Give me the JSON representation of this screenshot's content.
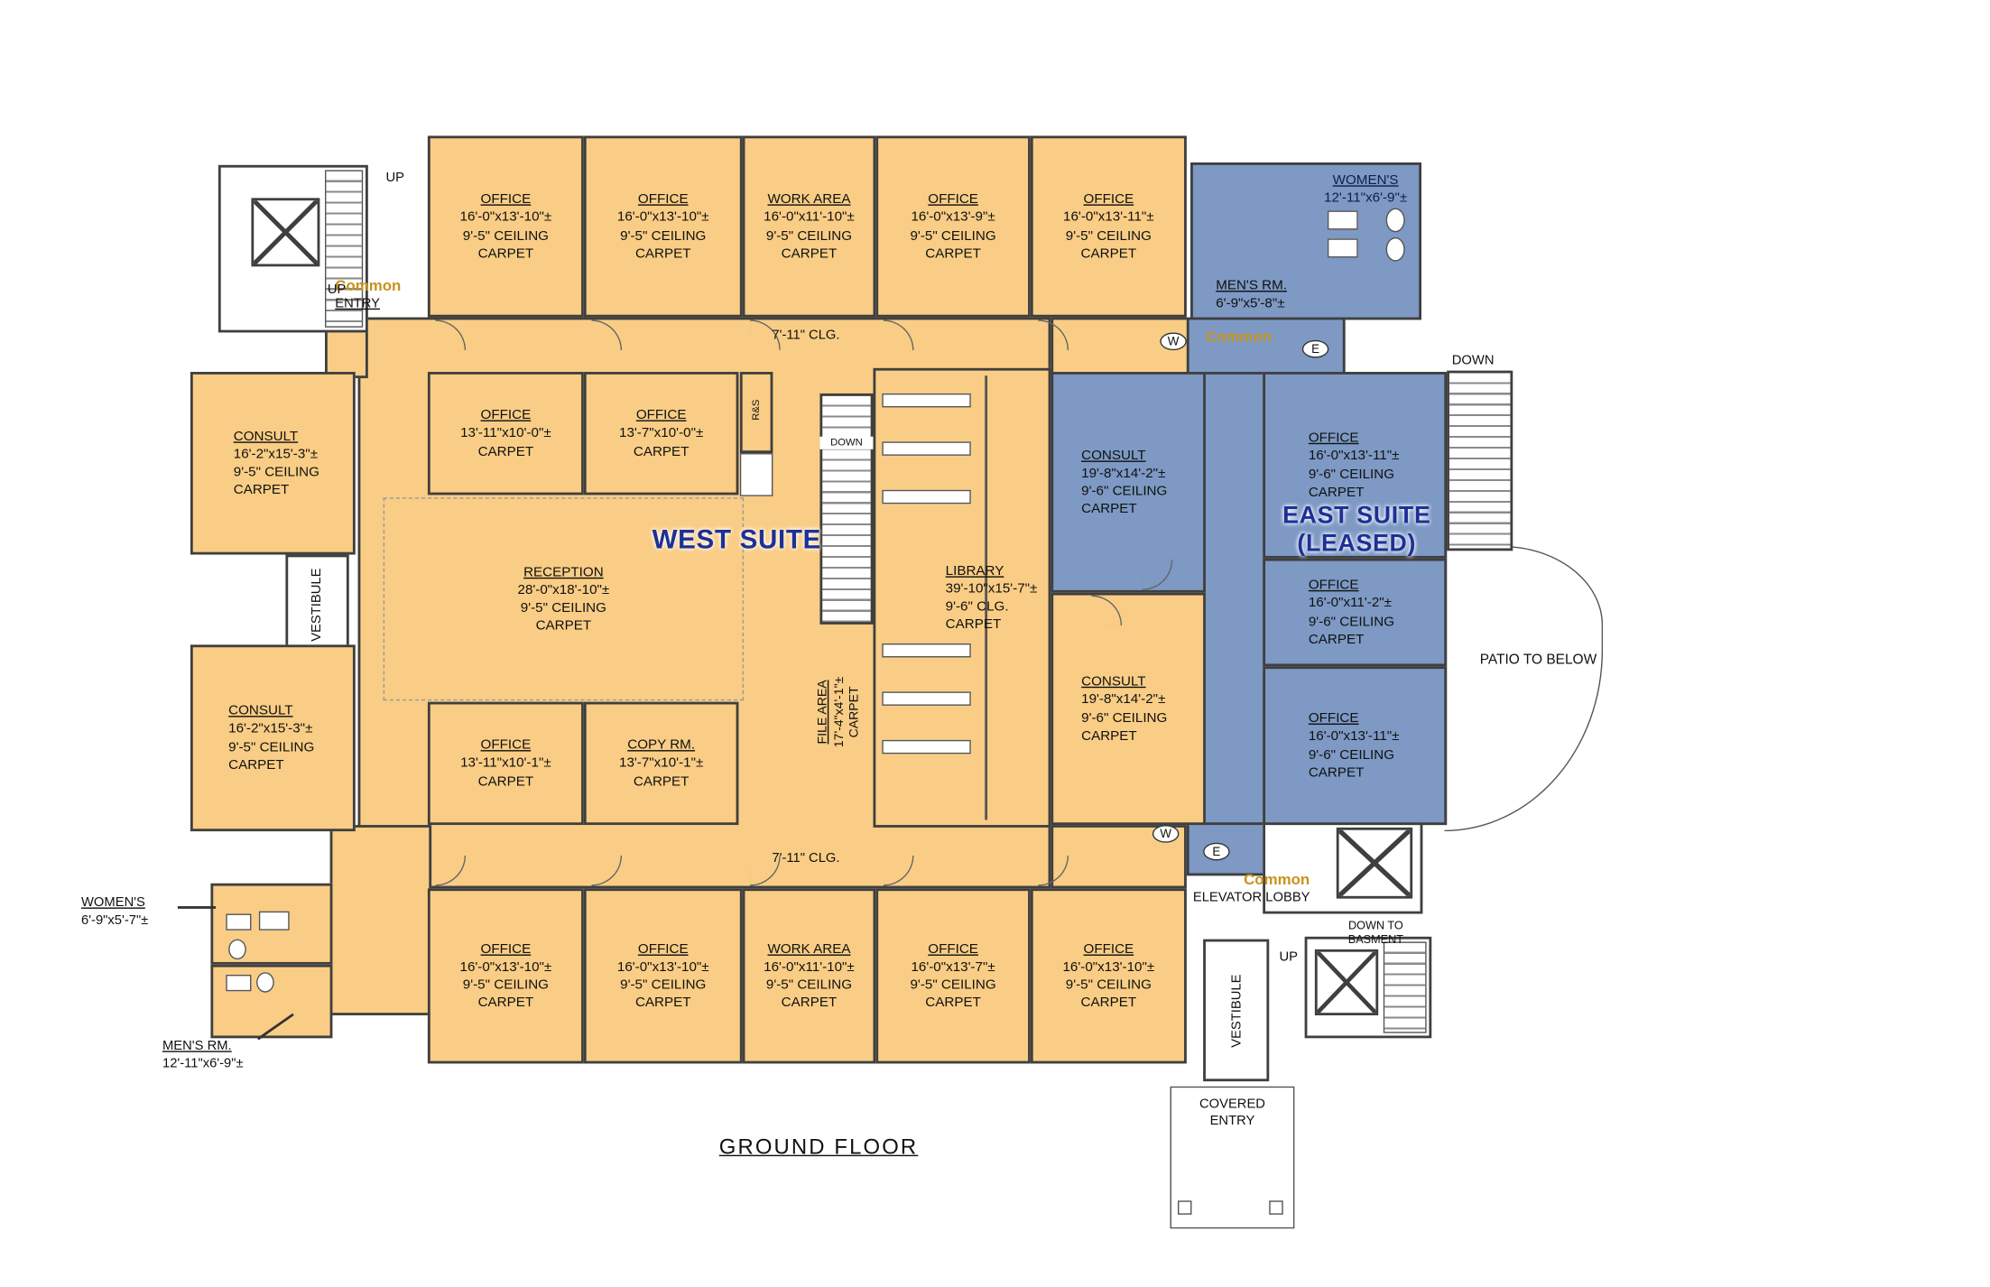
{
  "title": "GROUND FLOOR",
  "colors": {
    "west_fill": "#F9CD85",
    "east_fill": "#7D99C4",
    "suite_text": "#1d3096",
    "common_text": "#c8931c",
    "wall": "#3f3f3f"
  },
  "labels": {
    "west_suite": "WEST SUITE",
    "east_suite_1": "EAST SUITE",
    "east_suite_2": "(LEASED)",
    "common": "Common",
    "entry": "ENTRY",
    "elevator_lobby": "ELEVATOR LOBBY",
    "patio": "PATIO TO BELOW",
    "covered_1": "COVERED",
    "covered_2": "ENTRY",
    "clg": "7'-11\" CLG.",
    "up": "UP",
    "down": "DOWN",
    "down_to": "DOWN TO",
    "basment": "BASMENT",
    "vestibule": "VESTIBULE",
    "rs": "R&S",
    "w": "W",
    "e": "E"
  },
  "rooms": {
    "t1": [
      "OFFICE",
      "16'-0\"x13'-10\"±",
      "9'-5\" CEILING",
      "CARPET"
    ],
    "t2": [
      "OFFICE",
      "16'-0\"x13'-10\"±",
      "9'-5\" CEILING",
      "CARPET"
    ],
    "t3": [
      "WORK AREA",
      "16'-0\"x11'-10\"±",
      "9'-5\" CEILING",
      "CARPET"
    ],
    "t4": [
      "OFFICE",
      "16'-0\"x13'-9\"±",
      "9'-5\" CEILING",
      "CARPET"
    ],
    "t5": [
      "OFFICE",
      "16'-0\"x13'-11\"±",
      "9'-5\" CEILING",
      "CARPET"
    ],
    "m1": [
      "OFFICE",
      "13'-11\"x10'-0\"±",
      "CARPET"
    ],
    "m2": [
      "OFFICE",
      "13'-7\"x10'-0\"±",
      "CARPET"
    ],
    "m3": [
      "OFFICE",
      "13'-11\"x10'-1\"±",
      "CARPET"
    ],
    "copy": [
      "COPY RM.",
      "13'-7\"x10'-1\"±",
      "CARPET"
    ],
    "reception": [
      "RECEPTION",
      "28'-0\"x18'-10\"±",
      "9'-5\" CEILING",
      "CARPET"
    ],
    "library": [
      "LIBRARY",
      "39'-10\"x15'-7\"±",
      "9'-6\" CLG.",
      "CARPET"
    ],
    "consult_nw": [
      "CONSULT",
      "16'-2\"x15'-3\"±",
      "9'-5\" CEILING",
      "CARPET"
    ],
    "consult_sw": [
      "CONSULT",
      "16'-2\"x15'-3\"±",
      "9'-5\" CEILING",
      "CARPET"
    ],
    "consult_blue": [
      "CONSULT",
      "19'-8\"x14'-2\"±",
      "9'-6\" CEILING",
      "CARPET"
    ],
    "consult_orange": [
      "CONSULT",
      "19'-8\"x14'-2\"±",
      "9'-6\" CEILING",
      "CARPET"
    ],
    "e1": [
      "OFFICE",
      "16'-0\"x13'-11\"±",
      "9'-6\" CEILING",
      "CARPET"
    ],
    "e2": [
      "OFFICE",
      "16'-0\"x11'-2\"±",
      "9'-6\" CEILING",
      "CARPET"
    ],
    "e3": [
      "OFFICE",
      "16'-0\"x13'-11\"±",
      "9'-6\" CEILING",
      "CARPET"
    ],
    "b1": [
      "OFFICE",
      "16'-0\"x13'-10\"±",
      "9'-5\" CEILING",
      "CARPET"
    ],
    "b2": [
      "OFFICE",
      "16'-0\"x13'-10\"±",
      "9'-5\" CEILING",
      "CARPET"
    ],
    "b3": [
      "WORK AREA",
      "16'-0\"x11'-10\"±",
      "9'-5\" CEILING",
      "CARPET"
    ],
    "b4": [
      "OFFICE",
      "16'-0\"x13'-7\"±",
      "9'-5\" CEILING",
      "CARPET"
    ],
    "b5": [
      "OFFICE",
      "16'-0\"x13'-10\"±",
      "9'-5\" CEILING",
      "CARPET"
    ],
    "women_top": [
      "WOMEN'S",
      "12'-11\"x6'-9\"±"
    ],
    "men_top": [
      "MEN'S RM.",
      "6'-9\"x5'-8\"±"
    ],
    "women_bottom": [
      "WOMEN'S",
      "6'-9\"x5'-7\"±"
    ],
    "men_bottom": [
      "MEN'S RM.",
      "12'-11\"x6'-9\"±"
    ],
    "file_area": [
      "FILE AREA",
      "17'-4\"x4'-1\"±",
      "CARPET"
    ]
  }
}
